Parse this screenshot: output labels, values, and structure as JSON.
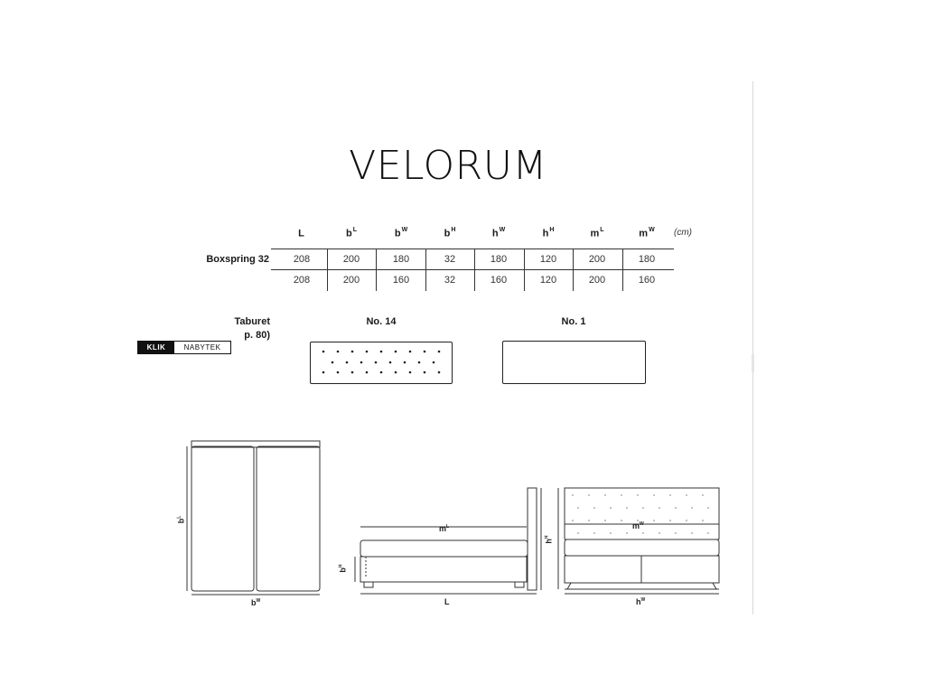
{
  "title": "VELORUM",
  "table": {
    "unit": "(cm)",
    "headers": [
      {
        "base": "L",
        "sup": ""
      },
      {
        "base": "b",
        "sup": "L"
      },
      {
        "base": "b",
        "sup": "W"
      },
      {
        "base": "b",
        "sup": "H"
      },
      {
        "base": "h",
        "sup": "W"
      },
      {
        "base": "h",
        "sup": "H"
      },
      {
        "base": "m",
        "sup": "L"
      },
      {
        "base": "m",
        "sup": "W"
      }
    ],
    "rows": [
      {
        "label": "Boxspring 32",
        "values": [
          "208",
          "200",
          "180",
          "32",
          "180",
          "120",
          "200",
          "180"
        ]
      },
      {
        "label": "",
        "values": [
          "208",
          "200",
          "160",
          "32",
          "160",
          "120",
          "200",
          "160"
        ]
      }
    ]
  },
  "taburet": {
    "label_line1": "Taburet",
    "label_line2": "p. 80)",
    "variants": [
      {
        "label": "No. 14"
      },
      {
        "label": "No. 1"
      }
    ]
  },
  "logo": {
    "part1": "KLIK",
    "part2": "NABYTEK"
  },
  "diagram_labels": {
    "top_width": {
      "base": "b",
      "sup": "W"
    },
    "top_length": {
      "base": "b",
      "sup": "L"
    },
    "side_mattress": {
      "base": "m",
      "sup": "L"
    },
    "side_base_height": {
      "base": "b",
      "sup": "H"
    },
    "side_length": {
      "base": "L",
      "sup": ""
    },
    "front_head_height": {
      "base": "h",
      "sup": "H"
    },
    "front_mattress": {
      "base": "m",
      "sup": "W"
    },
    "front_width": {
      "base": "h",
      "sup": "W"
    }
  }
}
